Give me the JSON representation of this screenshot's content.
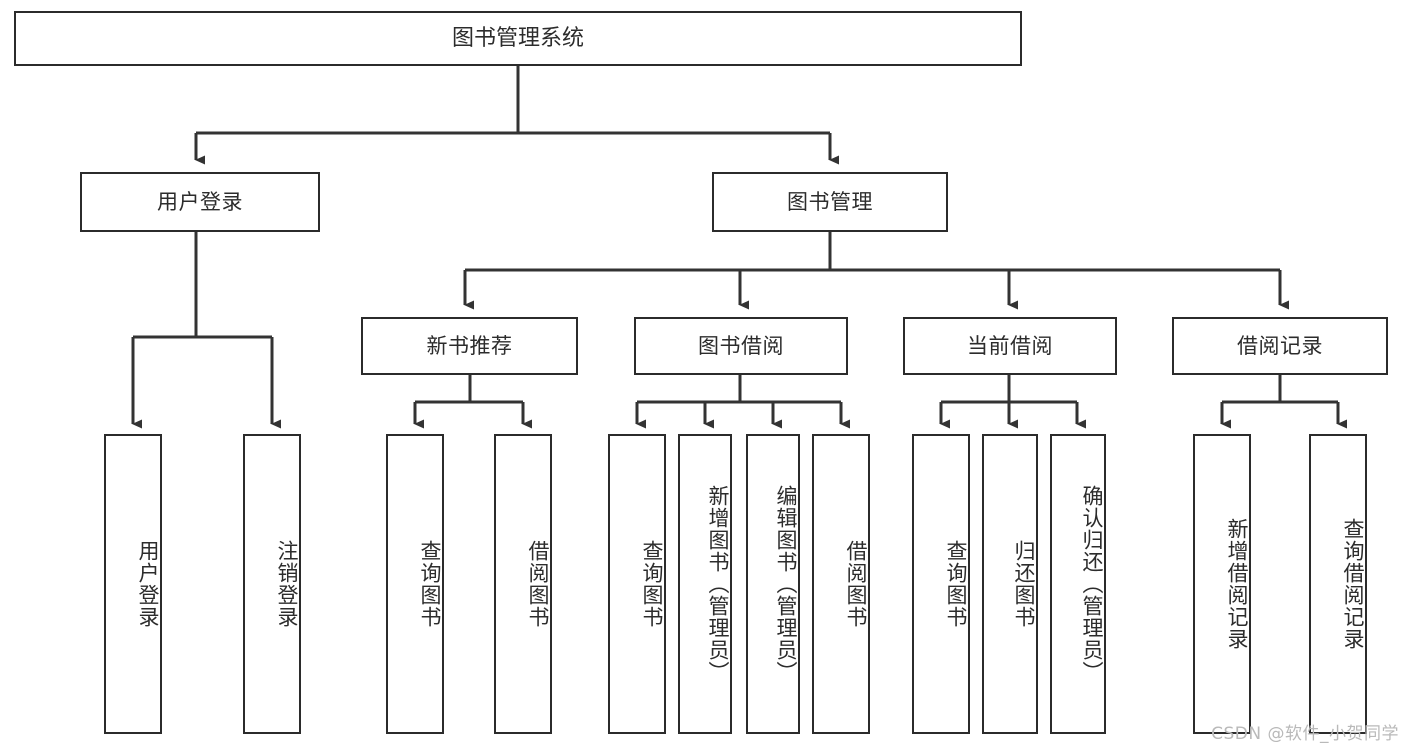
{
  "diagram": {
    "type": "tree-hierarchy",
    "title": "图书管理系统",
    "orientation": "top-down",
    "root": {
      "id": "root",
      "label": "图书管理系统"
    },
    "level2": [
      {
        "id": "user-login",
        "label": "用户登录"
      },
      {
        "id": "book-manage",
        "label": "图书管理"
      }
    ],
    "level3": [
      {
        "id": "new-book-recommend",
        "label": "新书推荐",
        "parent": "book-manage"
      },
      {
        "id": "book-borrow",
        "label": "图书借阅",
        "parent": "book-manage"
      },
      {
        "id": "current-borrow",
        "label": "当前借阅",
        "parent": "book-manage"
      },
      {
        "id": "borrow-record",
        "label": "借阅记录",
        "parent": "book-manage"
      }
    ],
    "leaves": [
      {
        "id": "leaf-user-login",
        "label": "用户登录",
        "parent": "user-login"
      },
      {
        "id": "leaf-logout-login",
        "label": "注销登录",
        "parent": "user-login"
      },
      {
        "id": "leaf-query-book-1",
        "label": "查询图书",
        "parent": "new-book-recommend"
      },
      {
        "id": "leaf-borrow-book-1",
        "label": "借阅图书",
        "parent": "new-book-recommend"
      },
      {
        "id": "leaf-query-book-2",
        "label": "查询图书",
        "parent": "book-borrow"
      },
      {
        "id": "leaf-add-book",
        "label": "新增图书（管理员）",
        "parent": "book-borrow"
      },
      {
        "id": "leaf-edit-book",
        "label": "编辑图书（管理员）",
        "parent": "book-borrow"
      },
      {
        "id": "leaf-borrow-book-2",
        "label": "借阅图书",
        "parent": "book-borrow"
      },
      {
        "id": "leaf-query-book-3",
        "label": "查询图书",
        "parent": "current-borrow"
      },
      {
        "id": "leaf-return-book",
        "label": "归还图书",
        "parent": "current-borrow"
      },
      {
        "id": "leaf-confirm-return",
        "label": "确认归还（管理员）",
        "parent": "current-borrow"
      },
      {
        "id": "leaf-add-record",
        "label": "新增借阅记录",
        "parent": "borrow-record"
      },
      {
        "id": "leaf-query-record",
        "label": "查询借阅记录",
        "parent": "borrow-record"
      }
    ]
  },
  "watermark": {
    "text": "CSDN @软件_小贺同学"
  },
  "colors": {
    "border": "#2b2b2b",
    "text": "#2c2c2c",
    "background": "#ffffff",
    "watermark": "#b9b9b9",
    "connector": "#333333"
  }
}
